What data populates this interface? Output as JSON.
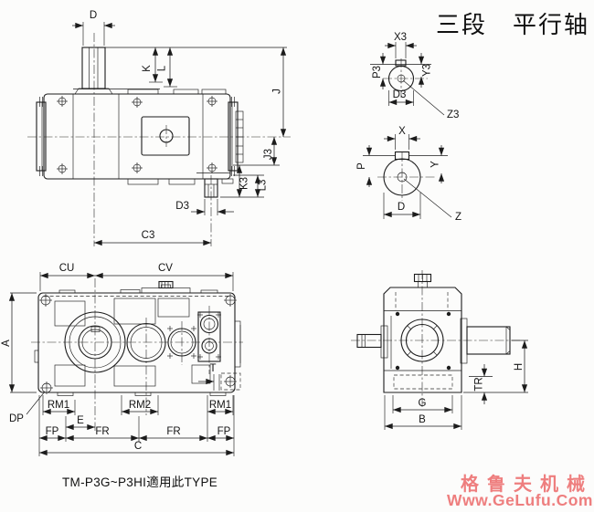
{
  "title": "三段　平行轴",
  "note": "TM-P3G~P3HI適用此TYPE",
  "watermark": {
    "brand": "格鲁夫机械",
    "url": "Www.GeLufu.Com",
    "color": "#ee7e7e"
  },
  "top_view": {
    "labels": {
      "D": "D",
      "K": "K",
      "L": "L",
      "J": "J",
      "J3": "J3",
      "K3": "K3",
      "L3": "L3",
      "D3": "D3",
      "C3": "C3"
    }
  },
  "shaft_detail_z3": {
    "labels": {
      "X3": "X3",
      "P3": "P3",
      "Y3": "Y3",
      "D3": "D3",
      "Z3": "Z3"
    }
  },
  "shaft_detail_z": {
    "labels": {
      "X": "X",
      "P": "P",
      "Y": "Y",
      "D": "D",
      "Z": "Z"
    }
  },
  "front_view": {
    "labels": {
      "CU": "CU",
      "CV": "CV",
      "A": "A",
      "DP": "DP",
      "T": "T",
      "RM1_left": "RM1",
      "RM2": "RM2",
      "RM1_right": "RM1",
      "E": "E",
      "FP_left": "FP",
      "FR_left": "FR",
      "FR_right": "FR",
      "FP_right": "FP",
      "C": "C"
    }
  },
  "side_view": {
    "labels": {
      "G": "G",
      "B": "B",
      "H": "H",
      "TR": "TR"
    }
  }
}
